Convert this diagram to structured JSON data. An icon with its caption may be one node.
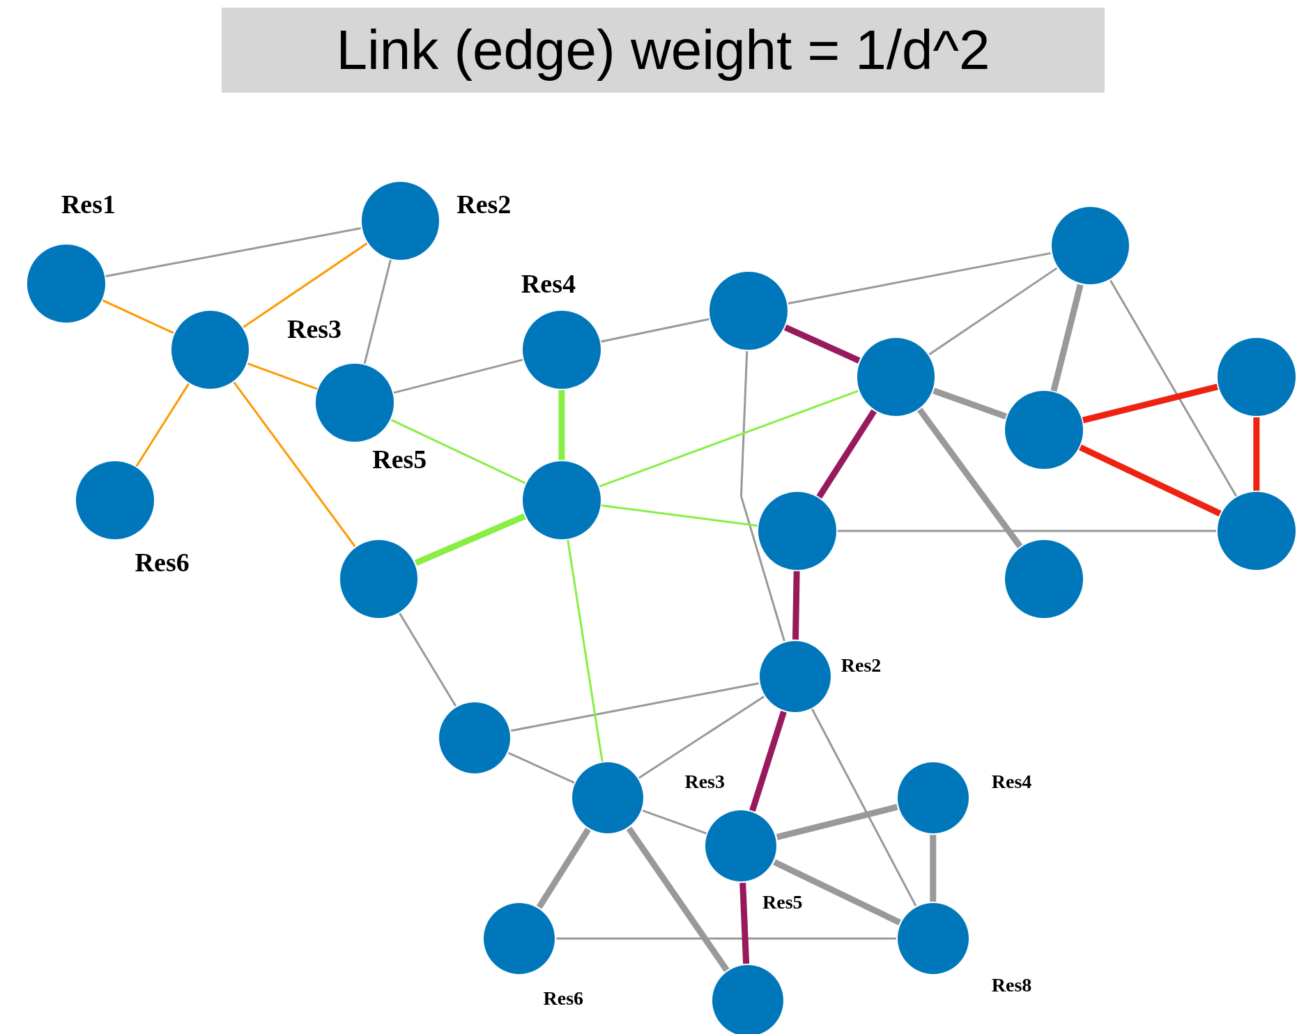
{
  "diagram": {
    "title": "Link (edge) weight = 1/d^2",
    "nodes": [
      {
        "text": [],
        "shape": "circle",
        "beside": [
          "Res1"
        ]
      },
      {
        "text": [],
        "shape": "circle",
        "beside": [
          "Res2"
        ]
      },
      {
        "text": [],
        "shape": "circle",
        "beside": [
          "Res3"
        ]
      },
      {
        "text": [],
        "shape": "circle",
        "beside": [
          "Res5"
        ]
      },
      {
        "text": [],
        "shape": "circle",
        "beside": [
          "Res4"
        ]
      },
      {
        "text": [],
        "shape": "circle",
        "beside": [
          "Res6"
        ]
      },
      {
        "text": [],
        "shape": "circle"
      },
      {
        "text": [],
        "shape": "circle"
      },
      {
        "text": [],
        "shape": "circle"
      },
      {
        "text": [],
        "shape": "circle"
      },
      {
        "text": [],
        "shape": "circle"
      },
      {
        "text": [],
        "shape": "circle"
      },
      {
        "text": [],
        "shape": "circle"
      },
      {
        "text": [],
        "shape": "circle"
      },
      {
        "text": [],
        "shape": "circle"
      },
      {
        "text": [],
        "shape": "circle"
      },
      {
        "text": [],
        "shape": "circle"
      },
      {
        "text": [],
        "shape": "circle",
        "beside": [
          "Res2"
        ]
      },
      {
        "text": [],
        "shape": "circle"
      },
      {
        "text": [],
        "shape": "circle",
        "beside": [
          "Res3"
        ]
      },
      {
        "text": [],
        "shape": "circle",
        "beside": [
          "Res4"
        ]
      },
      {
        "text": [],
        "shape": "circle",
        "beside": [
          "Res6"
        ]
      },
      {
        "text": [],
        "shape": "circle"
      },
      {
        "text": [],
        "shape": "circle",
        "beside": [
          "Res8"
        ]
      }
    ],
    "labels": [
      "Res5"
    ],
    "edges": [
      {
        "from": 0,
        "to": 2,
        "arrow": "none",
        "color": "#ff9900"
      },
      {
        "from": 2,
        "to": 1,
        "arrow": "none",
        "color": "#ff9900"
      },
      {
        "from": 2,
        "to": 3,
        "arrow": "none",
        "color": "#ff9900"
      },
      {
        "from": 2,
        "to": 5,
        "arrow": "none",
        "color": "#ff9900"
      },
      {
        "from": 2,
        "to": 7,
        "arrow": "none",
        "color": "#ff9900"
      },
      {
        "from": 0,
        "to": 1,
        "arrow": "none"
      },
      {
        "from": 1,
        "to": 3,
        "arrow": "none"
      },
      {
        "from": 3,
        "to": 4,
        "arrow": "none"
      },
      {
        "from": 4,
        "to": 8,
        "arrow": "none"
      },
      {
        "from": 8,
        "to": 9,
        "arrow": "none"
      },
      {
        "from": 8,
        "to": 17,
        "arrow": "none"
      },
      {
        "from": 7,
        "to": 16,
        "arrow": "none"
      },
      {
        "from": 16,
        "to": 17,
        "arrow": "none"
      },
      {
        "from": 16,
        "to": 18,
        "arrow": "none"
      },
      {
        "from": 18,
        "to": 17,
        "arrow": "none"
      },
      {
        "from": 18,
        "to": 19,
        "arrow": "none"
      },
      {
        "from": 18,
        "to": 21,
        "arrow": "none",
        "style": "thick"
      },
      {
        "from": 18,
        "to": 22,
        "arrow": "none",
        "style": "thick"
      },
      {
        "from": 19,
        "to": 20,
        "arrow": "none",
        "style": "thick"
      },
      {
        "from": 19,
        "to": 23,
        "arrow": "none",
        "style": "thick"
      },
      {
        "from": 20,
        "to": 23,
        "arrow": "none",
        "style": "thick"
      },
      {
        "from": 21,
        "to": 23,
        "arrow": "none"
      },
      {
        "from": 17,
        "to": 23,
        "arrow": "none"
      },
      {
        "from": 9,
        "to": 10,
        "arrow": "none"
      },
      {
        "from": 9,
        "to": 11,
        "arrow": "none",
        "style": "thick"
      },
      {
        "from": 9,
        "to": 14,
        "arrow": "none"
      },
      {
        "from": 10,
        "to": 11,
        "arrow": "none",
        "style": "thick"
      },
      {
        "from": 10,
        "to": 15,
        "arrow": "none",
        "style": "thick"
      },
      {
        "from": 13,
        "to": 14,
        "arrow": "none"
      },
      {
        "from": 3,
        "to": 6,
        "arrow": "none",
        "color": "#88ee44"
      },
      {
        "from": 4,
        "to": 6,
        "arrow": "none",
        "style": "thick",
        "color": "#88ee44"
      },
      {
        "from": 6,
        "to": 7,
        "arrow": "none",
        "style": "thick",
        "color": "#88ee44"
      },
      {
        "from": 6,
        "to": 10,
        "arrow": "none",
        "color": "#88ee44"
      },
      {
        "from": 6,
        "to": 13,
        "arrow": "none",
        "color": "#88ee44"
      },
      {
        "from": 6,
        "to": 18,
        "arrow": "none",
        "color": "#88ee44"
      },
      {
        "from": 8,
        "to": 10,
        "arrow": "none",
        "style": "thick",
        "color": "#991a5c"
      },
      {
        "from": 10,
        "to": 13,
        "arrow": "none",
        "style": "thick",
        "color": "#991a5c"
      },
      {
        "from": 13,
        "to": 17,
        "arrow": "none",
        "style": "thick",
        "color": "#991a5c"
      },
      {
        "from": 17,
        "to": 19,
        "arrow": "none",
        "style": "thick",
        "color": "#991a5c"
      },
      {
        "from": 19,
        "to": 22,
        "arrow": "none",
        "style": "thick",
        "color": "#991a5c"
      },
      {
        "from": 11,
        "to": 12,
        "arrow": "none",
        "style": "thick",
        "color": "#ee2211"
      },
      {
        "from": 11,
        "to": 14,
        "arrow": "none",
        "style": "thick",
        "color": "#ee2211"
      },
      {
        "from": 12,
        "to": 14,
        "arrow": "none",
        "style": "thick",
        "color": "#ee2211"
      }
    ]
  }
}
